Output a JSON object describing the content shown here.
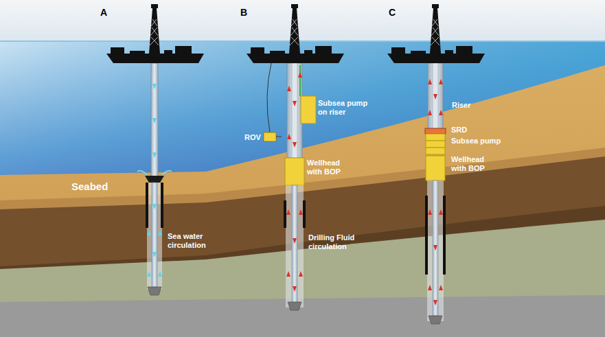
{
  "diagram": {
    "labels": [
      "A",
      "B",
      "C",
      "Subsea pump on riser",
      "Riser",
      "SRD",
      "Subsea pump",
      "ROV",
      "Wellhead with BOP",
      "Wellhead with BOP",
      "Seabed",
      "Sea water circulation",
      "Drilling Fluid circulation"
    ]
  }
}
